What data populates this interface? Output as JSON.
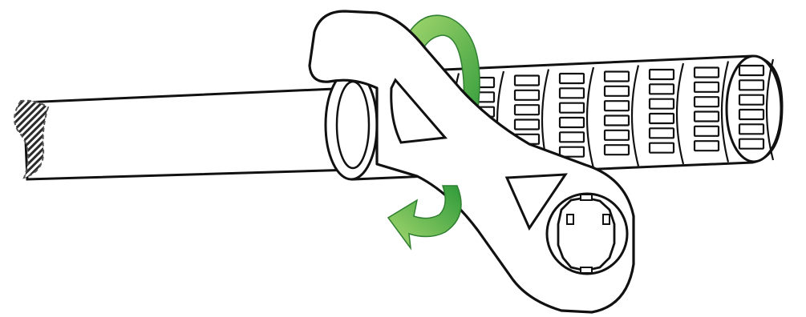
{
  "illustration": {
    "colors": {
      "background": "#ffffff",
      "outline": "#111111",
      "fill": "#ffffff",
      "pipe_section": "#2b2b2b",
      "arrow_dark": "#2f9a3a",
      "arrow_light": "#a8d970"
    },
    "parts": [
      {
        "name": "pipe",
        "icon": "pipe-icon"
      },
      {
        "name": "textured-grip",
        "icon": "grip-sleeve-icon"
      },
      {
        "name": "spanner-wrench",
        "icon": "wrench-icon"
      },
      {
        "name": "rotation-arrow",
        "icon": "curved-arrow-icon"
      }
    ]
  }
}
